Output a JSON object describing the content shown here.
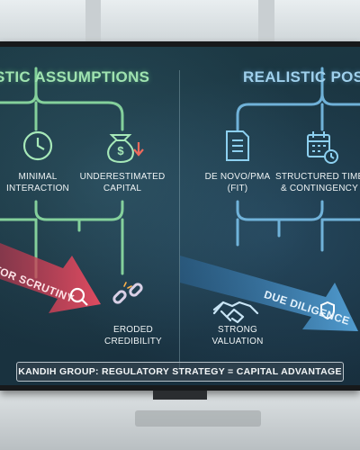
{
  "left_panel": {
    "heading": "STIC ASSUMPTIONS",
    "item_1": [
      "MINIMAL",
      "INTERACTION"
    ],
    "item_2": [
      "UNDERESTIMATED",
      "CAPITAL"
    ],
    "arrow_label": "TOR SCRUTINY",
    "outcome": [
      "ERODED",
      "CREDIBILITY"
    ]
  },
  "right_panel": {
    "heading": "REALISTIC POSITI",
    "item_1": [
      "DE NOVO/PMA",
      "(FIT)"
    ],
    "item_2": [
      "STRUCTURED TIMELII",
      "& CONTINGENCY"
    ],
    "arrow_label": "DUE DILIGENCE",
    "outcome": [
      "STRONG",
      "VALUATION"
    ]
  },
  "banner": "KANDIH GROUP: REGULATORY STRATEGY = CAPITAL ADVANTAGE",
  "icons": {
    "left_1": "clock-icon",
    "left_2": "money-bag-down-icon",
    "left_outcome": "broken-chain-icon",
    "right_1": "document-icon",
    "right_2": "calendar-clock-icon",
    "right_outcome": "handshake-icon",
    "left_arrow": "magnifier-icon",
    "right_arrow": "shield-icon"
  },
  "colors": {
    "left_accent": "#9fe3b0",
    "right_accent": "#9fd0ec",
    "left_arrow": "#e0405a",
    "right_arrow": "#4f9fd8"
  }
}
